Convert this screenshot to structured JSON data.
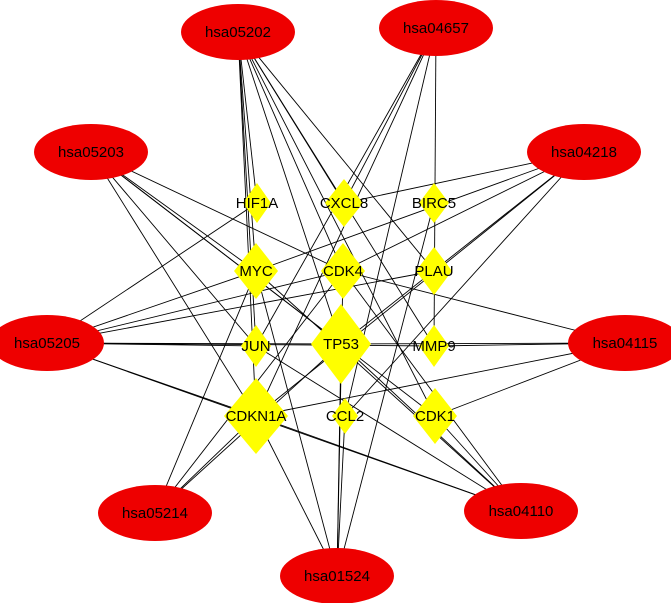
{
  "colors": {
    "pathway_fill": "#ee0000",
    "gene_fill": "#ffff00",
    "edge": "#000000",
    "label": "#000000",
    "background": "#ffffff"
  },
  "node_shapes": {
    "pathway": "ellipse",
    "gene": "diamond"
  },
  "nodes": {
    "hsa05202": {
      "label": "hsa05202",
      "type": "pathway"
    },
    "hsa04657": {
      "label": "hsa04657",
      "type": "pathway"
    },
    "hsa05203": {
      "label": "hsa05203",
      "type": "pathway"
    },
    "hsa04218": {
      "label": "hsa04218",
      "type": "pathway"
    },
    "hsa05205": {
      "label": "hsa05205",
      "type": "pathway"
    },
    "hsa04115": {
      "label": "hsa04115",
      "type": "pathway"
    },
    "hsa05214": {
      "label": "hsa05214",
      "type": "pathway"
    },
    "hsa04110": {
      "label": "hsa04110",
      "type": "pathway"
    },
    "hsa01524": {
      "label": "hsa01524",
      "type": "pathway"
    },
    "HIF1A": {
      "label": "HIF1A",
      "type": "gene"
    },
    "CXCL8": {
      "label": "CXCL8",
      "type": "gene"
    },
    "BIRC5": {
      "label": "BIRC5",
      "type": "gene"
    },
    "MYC": {
      "label": "MYC",
      "type": "gene"
    },
    "CDK4": {
      "label": "CDK4",
      "type": "gene"
    },
    "PLAU": {
      "label": "PLAU",
      "type": "gene"
    },
    "JUN": {
      "label": "JUN",
      "type": "gene"
    },
    "TP53": {
      "label": "TP53",
      "type": "gene"
    },
    "MMP9": {
      "label": "MMP9",
      "type": "gene"
    },
    "CDKN1A": {
      "label": "CDKN1A",
      "type": "gene"
    },
    "CCL2": {
      "label": "CCL2",
      "type": "gene"
    },
    "CDK1": {
      "label": "CDK1",
      "type": "gene"
    }
  },
  "edges": [
    [
      "hsa05202",
      "HIF1A"
    ],
    [
      "hsa05202",
      "CXCL8"
    ],
    [
      "hsa05202",
      "PLAU"
    ],
    [
      "hsa05202",
      "MYC"
    ],
    [
      "hsa05202",
      "CDK4"
    ],
    [
      "hsa05202",
      "JUN"
    ],
    [
      "hsa05202",
      "TP53"
    ],
    [
      "hsa05202",
      "MMP9"
    ],
    [
      "hsa05202",
      "CDKN1A"
    ],
    [
      "hsa05202",
      "CDK1"
    ],
    [
      "hsa04657",
      "CXCL8"
    ],
    [
      "hsa04657",
      "JUN"
    ],
    [
      "hsa04657",
      "MMP9"
    ],
    [
      "hsa04657",
      "CCL2"
    ],
    [
      "hsa04657",
      "CDKN1A"
    ],
    [
      "hsa05203",
      "CDK4"
    ],
    [
      "hsa05203",
      "TP53"
    ],
    [
      "hsa05203",
      "MYC"
    ],
    [
      "hsa05203",
      "CDKN1A"
    ],
    [
      "hsa05203",
      "JUN"
    ],
    [
      "hsa05203",
      "CDK1"
    ],
    [
      "hsa04218",
      "CXCL8"
    ],
    [
      "hsa04218",
      "MYC"
    ],
    [
      "hsa04218",
      "CDK4"
    ],
    [
      "hsa04218",
      "TP53"
    ],
    [
      "hsa04218",
      "CDKN1A"
    ],
    [
      "hsa04218",
      "CCL2"
    ],
    [
      "hsa05205",
      "HIF1A"
    ],
    [
      "hsa05205",
      "MYC"
    ],
    [
      "hsa05205",
      "PLAU"
    ],
    [
      "hsa05205",
      "JUN"
    ],
    [
      "hsa05205",
      "TP53"
    ],
    [
      "hsa05205",
      "MMP9"
    ],
    [
      "hsa05205",
      "CDKN1A"
    ],
    [
      "hsa05205",
      "CDK4"
    ],
    [
      "hsa05205",
      "hsa04110"
    ],
    [
      "hsa04115",
      "CDK4"
    ],
    [
      "hsa04115",
      "TP53"
    ],
    [
      "hsa04115",
      "MMP9"
    ],
    [
      "hsa04115",
      "CDKN1A"
    ],
    [
      "hsa04115",
      "CDK1"
    ],
    [
      "hsa05214",
      "TP53"
    ],
    [
      "hsa05214",
      "CDKN1A"
    ],
    [
      "hsa05214",
      "CDK4"
    ],
    [
      "hsa05214",
      "MYC"
    ],
    [
      "hsa04110",
      "CDK4"
    ],
    [
      "hsa04110",
      "TP53"
    ],
    [
      "hsa04110",
      "CDKN1A"
    ],
    [
      "hsa04110",
      "CDK1"
    ],
    [
      "hsa04110",
      "MYC"
    ],
    [
      "hsa04110",
      "JUN"
    ],
    [
      "hsa01524",
      "TP53"
    ],
    [
      "hsa01524",
      "CDKN1A"
    ],
    [
      "hsa01524",
      "CCL2"
    ],
    [
      "hsa01524",
      "BIRC5"
    ],
    [
      "hsa01524",
      "MYC"
    ],
    [
      "hsa01524",
      "CDK4"
    ]
  ]
}
